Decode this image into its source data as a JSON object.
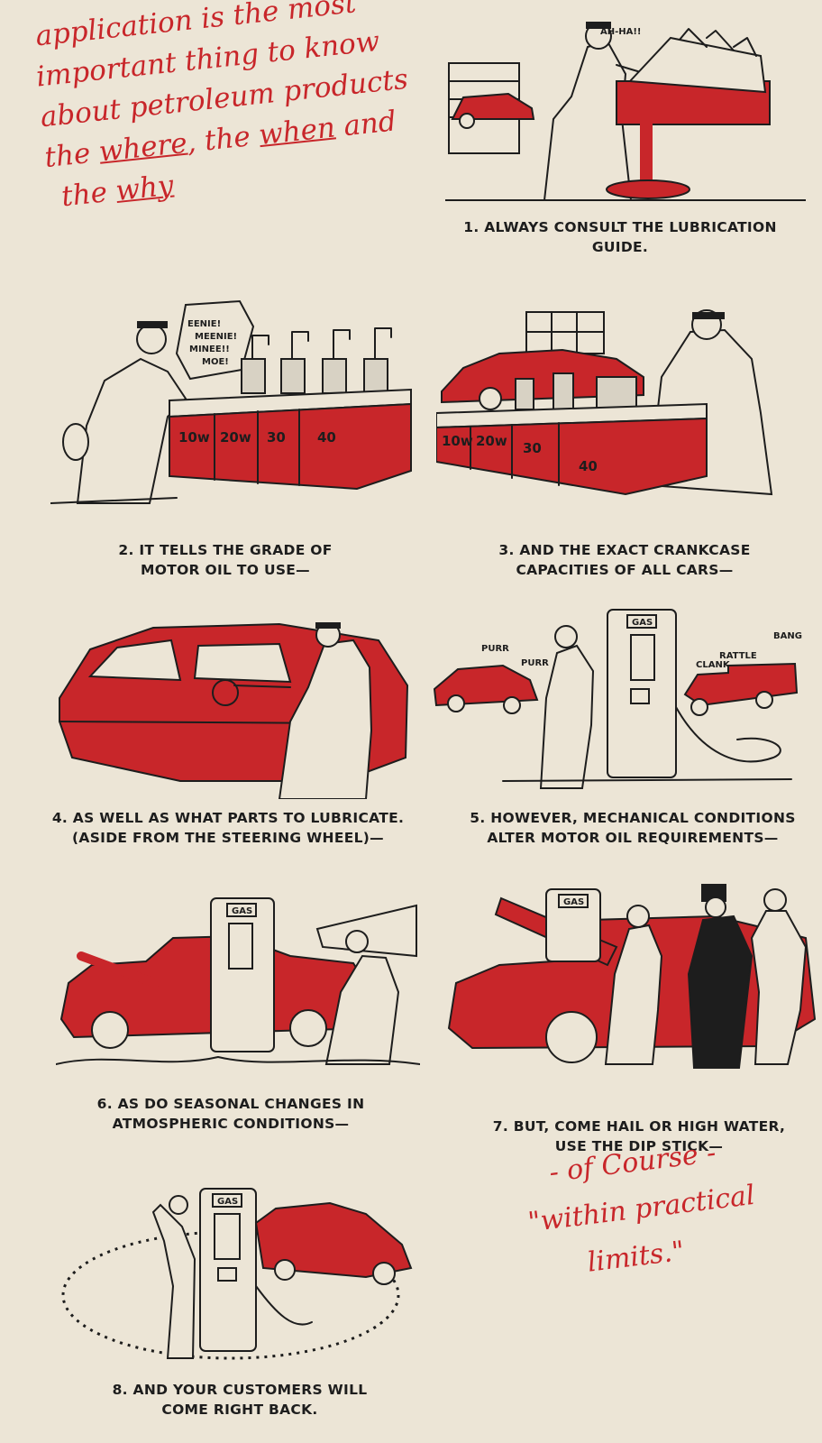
{
  "intro": {
    "line1": "application is the most",
    "line2": "important thing to know",
    "line3": "about petroleum products",
    "line4_a": "the ",
    "line4_b": "where",
    "line4_c": ", the ",
    "line4_d": "when",
    "line4_e": " and",
    "line5_a": "the ",
    "line5_b": "why"
  },
  "panels": [
    {
      "caption": [
        "1. ALWAYS CONSULT THE LUBRICATION",
        "GUIDE."
      ],
      "bubble": "AH-HA!!"
    },
    {
      "caption": [
        "2. IT TELLS THE GRADE OF",
        "MOTOR OIL TO USE—"
      ],
      "bubble": [
        "EENIE!",
        "MEENIE!",
        "MINEE!!",
        "MOE!"
      ],
      "cans": [
        "10w",
        "20w",
        "30",
        "40"
      ]
    },
    {
      "caption": [
        "3. AND THE EXACT CRANKCASE",
        "CAPACITIES OF ALL CARS—"
      ],
      "cans": [
        "10w",
        "20w",
        "30",
        "40"
      ]
    },
    {
      "caption": [
        "4. AS WELL AS WHAT PARTS TO LUBRICATE.",
        "(ASIDE FROM THE STEERING WHEEL)—"
      ]
    },
    {
      "caption": [
        "5. HOWEVER, MECHANICAL CONDITIONS",
        "ALTER MOTOR OIL REQUIREMENTS—"
      ],
      "sfx": [
        "PURR",
        "PURR",
        "CLANK",
        "RATTLE",
        "BANG"
      ],
      "pump": "GAS"
    },
    {
      "caption": [
        "6. AS DO SEASONAL CHANGES IN",
        "ATMOSPHERIC CONDITIONS—"
      ],
      "pump": "GAS"
    },
    {
      "caption": [
        "7. BUT, COME HAIL OR HIGH WATER,",
        "USE THE DIP STICK—"
      ],
      "pump": "GAS"
    },
    {
      "caption": [
        "8. AND YOUR CUSTOMERS WILL",
        "COME RIGHT BACK."
      ],
      "pump": "GAS"
    }
  ],
  "footnote": {
    "line1": "- of Course -",
    "line2": "\"within practical",
    "line3": "limits.\""
  },
  "colors": {
    "paper": "#ece5d6",
    "accent_red": "#c8262a",
    "ink": "#1d1d1d"
  }
}
